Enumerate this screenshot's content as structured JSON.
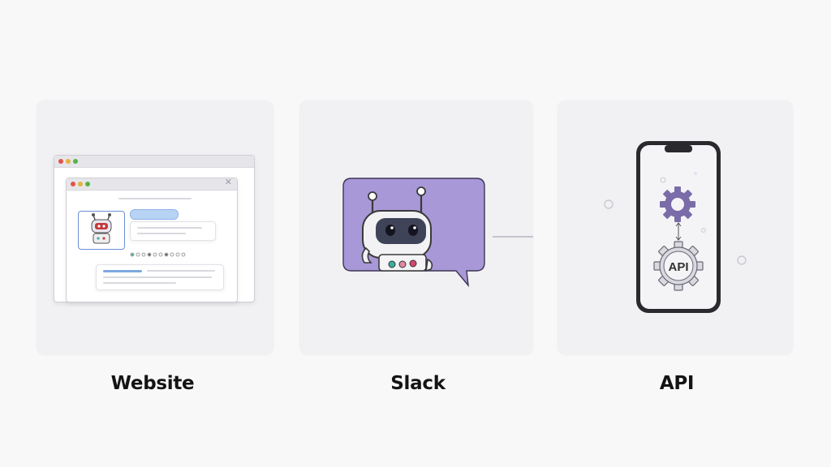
{
  "integrations": [
    {
      "label": "Website"
    },
    {
      "label": "Slack"
    },
    {
      "label": "API"
    }
  ],
  "api_badge": "API",
  "colors": {
    "background": "#f8f8f9",
    "panel": "#f1f1f3",
    "bubble_purple": "#a898d8",
    "gear_purple": "#7a6ca8",
    "chat_bubble_blue": "#b8d4f4"
  }
}
